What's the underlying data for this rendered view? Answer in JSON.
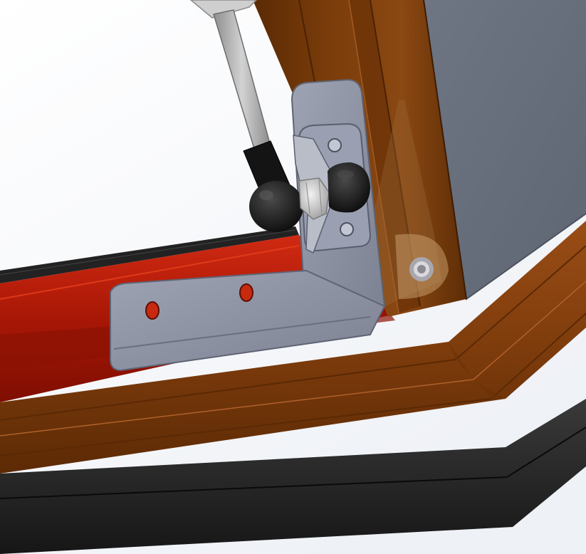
{
  "scene": {
    "kind": "3d-cad-render",
    "colors": {
      "background": "#ffffff",
      "panel_gray": "#6c7380",
      "wood_dark": "#6b3307",
      "wood_mid": "#8a4410",
      "wood_light": "#a0521a",
      "red_channel": "#b21a08",
      "bracket_metal": "#8b90a2",
      "rubber_black": "#222222",
      "rod_gray": "#a8a8a8"
    },
    "icons": [
      "gas-spring-rod",
      "ball-joint",
      "corner-bracket",
      "rubber-bumper",
      "hex-nut",
      "screw-head"
    ]
  }
}
